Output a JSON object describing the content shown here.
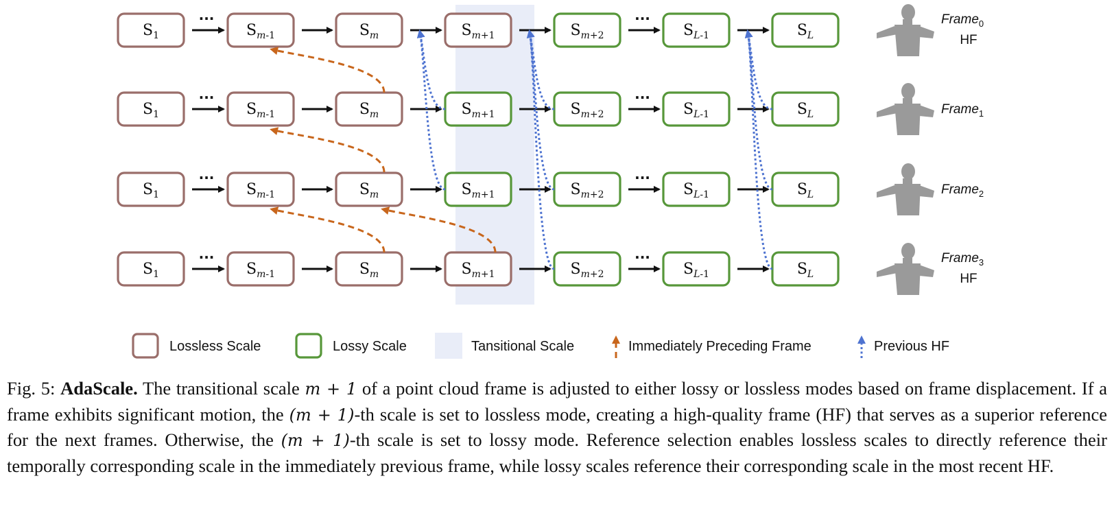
{
  "figure": {
    "rows": [
      {
        "frame_label": "Frame",
        "frame_index": "0",
        "hf_label": "HF",
        "nodes": [
          {
            "base": "S",
            "sub": "1",
            "mode": "lossless"
          },
          {
            "base": "S",
            "sub": "m",
            "sub_suffix": "-1",
            "mode": "lossless"
          },
          {
            "base": "S",
            "sub": "m",
            "mode": "lossless"
          },
          {
            "base": "S",
            "sub": "m",
            "sub_suffix": "+1",
            "mode": "lossless"
          },
          {
            "base": "S",
            "sub": "m",
            "sub_suffix": "+2",
            "mode": "lossy"
          },
          {
            "base": "S",
            "sub": "L",
            "sub_suffix": "-1",
            "mode": "lossy"
          },
          {
            "base": "S",
            "sub": "L",
            "mode": "lossy"
          }
        ]
      },
      {
        "frame_label": "Frame",
        "frame_index": "1",
        "hf_label": "",
        "nodes": [
          {
            "base": "S",
            "sub": "1",
            "mode": "lossless"
          },
          {
            "base": "S",
            "sub": "m",
            "sub_suffix": "-1",
            "mode": "lossless"
          },
          {
            "base": "S",
            "sub": "m",
            "mode": "lossless"
          },
          {
            "base": "S",
            "sub": "m",
            "sub_suffix": "+1",
            "mode": "lossy"
          },
          {
            "base": "S",
            "sub": "m",
            "sub_suffix": "+2",
            "mode": "lossy"
          },
          {
            "base": "S",
            "sub": "L",
            "sub_suffix": "-1",
            "mode": "lossy"
          },
          {
            "base": "S",
            "sub": "L",
            "mode": "lossy"
          }
        ]
      },
      {
        "frame_label": "Frame",
        "frame_index": "2",
        "hf_label": "",
        "nodes": [
          {
            "base": "S",
            "sub": "1",
            "mode": "lossless"
          },
          {
            "base": "S",
            "sub": "m",
            "sub_suffix": "-1",
            "mode": "lossless"
          },
          {
            "base": "S",
            "sub": "m",
            "mode": "lossless"
          },
          {
            "base": "S",
            "sub": "m",
            "sub_suffix": "+1",
            "mode": "lossy"
          },
          {
            "base": "S",
            "sub": "m",
            "sub_suffix": "+2",
            "mode": "lossy"
          },
          {
            "base": "S",
            "sub": "L",
            "sub_suffix": "-1",
            "mode": "lossy"
          },
          {
            "base": "S",
            "sub": "L",
            "mode": "lossy"
          }
        ]
      },
      {
        "frame_label": "Frame",
        "frame_index": "3",
        "hf_label": "HF",
        "nodes": [
          {
            "base": "S",
            "sub": "1",
            "mode": "lossless"
          },
          {
            "base": "S",
            "sub": "m",
            "sub_suffix": "-1",
            "mode": "lossless"
          },
          {
            "base": "S",
            "sub": "m",
            "mode": "lossless"
          },
          {
            "base": "S",
            "sub": "m",
            "sub_suffix": "+1",
            "mode": "lossless"
          },
          {
            "base": "S",
            "sub": "m",
            "sub_suffix": "+2",
            "mode": "lossy"
          },
          {
            "base": "S",
            "sub": "L",
            "sub_suffix": "-1",
            "mode": "lossy"
          },
          {
            "base": "S",
            "sub": "L",
            "mode": "lossy"
          }
        ]
      }
    ],
    "ellipsis": "···",
    "colors": {
      "lossless": "#9a6e6a",
      "lossy": "#57973a",
      "transitional": "#e9edf8",
      "preceding_frame_arrow": "#c8661c",
      "previous_hf_arrow": "#4e73d0"
    },
    "legend": {
      "lossless": "Lossless Scale",
      "lossy": "Lossy Scale",
      "transitional": "Tansitional Scale",
      "preceding": "Immediately Preceding Frame",
      "previous_hf": "Previous HF"
    }
  },
  "caption": {
    "label": "Fig. 5:",
    "title": "AdaScale.",
    "parts": [
      {
        "t": "text",
        "v": "The transitional scale "
      },
      {
        "t": "math",
        "v": "m + 1"
      },
      {
        "t": "text",
        "v": " of a point cloud frame is adjusted to either lossy or lossless modes based on frame displacement. If a frame exhibits significant motion, the "
      },
      {
        "t": "math",
        "v": "(m + 1)"
      },
      {
        "t": "text",
        "v": "-th scale is set to lossless mode, creating a high-quality frame (HF) that serves as a superior reference for the next frames. Otherwise, the "
      },
      {
        "t": "math",
        "v": "(m + 1)"
      },
      {
        "t": "text",
        "v": "-th scale is set to lossy mode. Reference selection enables lossless scales to directly reference their temporally corresponding scale in the immediately previous frame, while lossy scales reference their corresponding scale in the most recent HF."
      }
    ]
  }
}
